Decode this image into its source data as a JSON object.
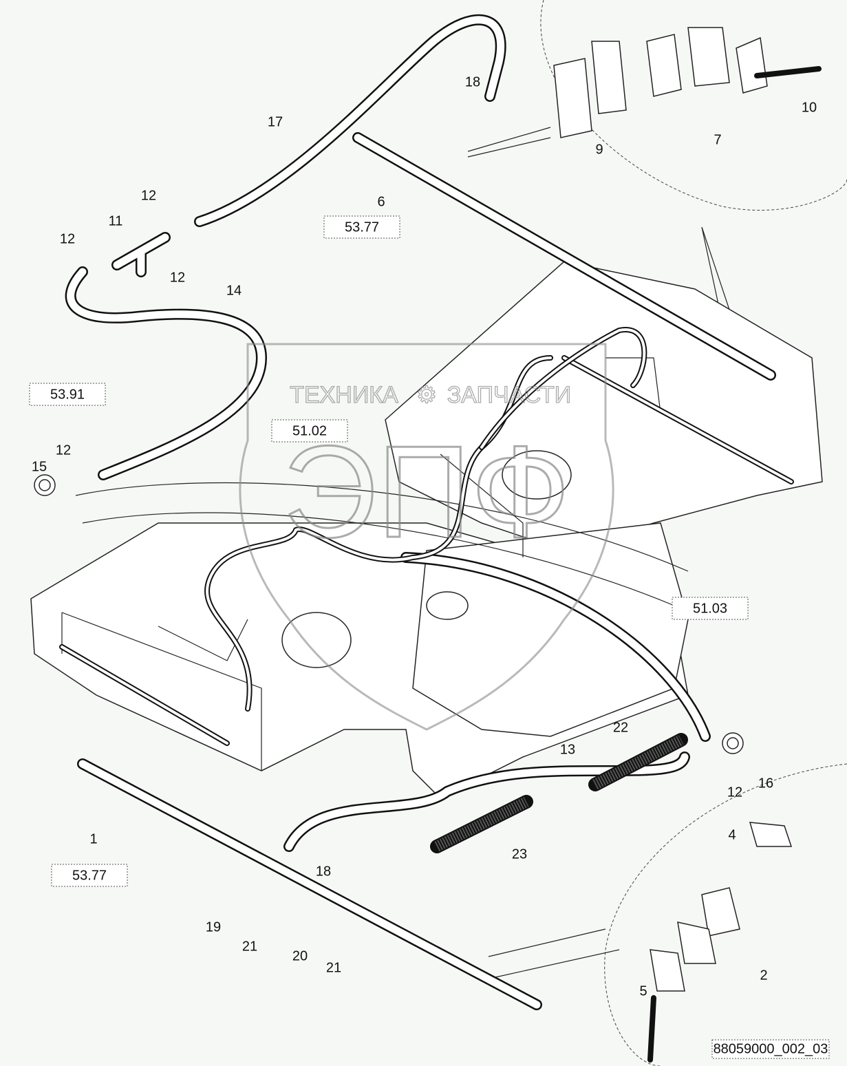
{
  "diagram": {
    "drawing_id": "88059000_002_03",
    "watermark": {
      "line1": "ТЕХНИКА",
      "line2": "ЗАПЧАСТИ",
      "logo": "ЭПФ"
    },
    "callouts": [
      "17",
      "18",
      "12",
      "11",
      "12",
      "12",
      "14",
      "6",
      "9",
      "7",
      "10",
      "12",
      "15",
      "22",
      "13",
      "16",
      "12",
      "23",
      "4",
      "18",
      "1",
      "19",
      "21",
      "20",
      "21",
      "2",
      "5"
    ],
    "references": [
      "53.77",
      "53.91",
      "51.02",
      "51.03",
      "53.77"
    ]
  }
}
